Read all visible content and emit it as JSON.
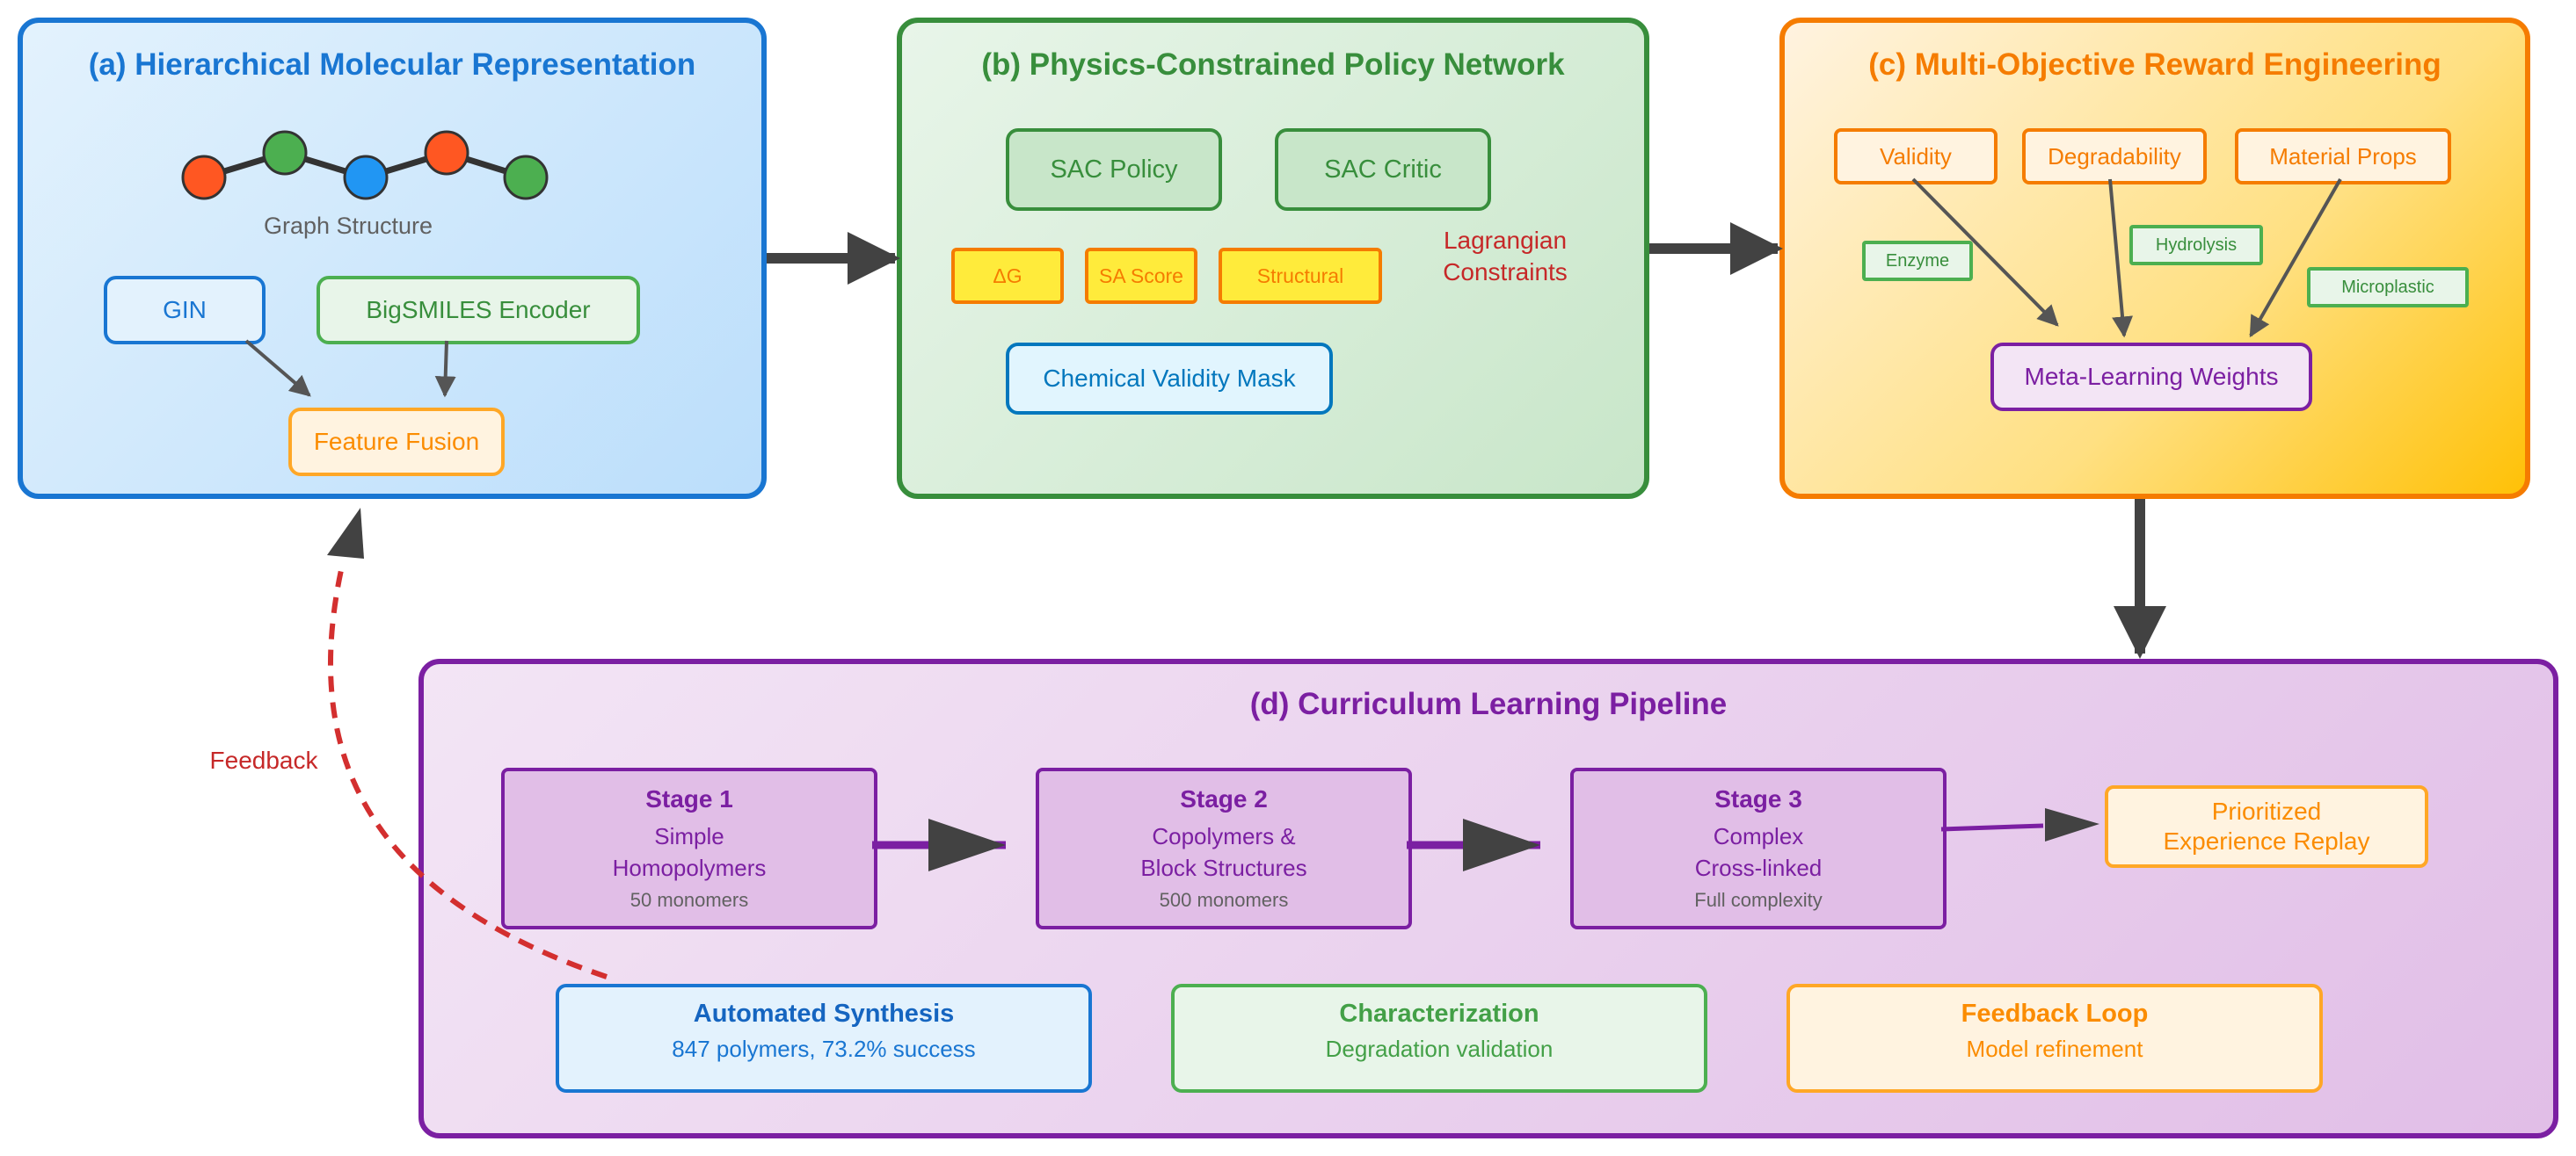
{
  "colors": {
    "blue": "#1976d2",
    "green": "#388e3c",
    "orange": "#f57c00",
    "purple": "#7b1fa2",
    "red": "#c62828",
    "arrow": "#424242",
    "node_orange": "#ff5722",
    "node_green": "#4caf50",
    "node_blue": "#2196f3"
  },
  "panel_a": {
    "title": "(a) Hierarchical Molecular Representation",
    "graph_label": "Graph Structure",
    "gin": "GIN",
    "bigsmiles": "BigSMILES Encoder",
    "fusion": "Feature Fusion"
  },
  "panel_b": {
    "title": "(b) Physics-Constrained Policy Network",
    "sac_policy": "SAC Policy",
    "sac_critic": "SAC Critic",
    "dg": "ΔG",
    "sa_score": "SA Score",
    "structural": "Structural",
    "lagrangian": "Lagrangian\nConstraints",
    "mask": "Chemical Validity Mask"
  },
  "panel_c": {
    "title": "(c) Multi-Objective Reward Engineering",
    "validity": "Validity",
    "degradability": "Degradability",
    "material_props": "Material Props",
    "enzyme": "Enzyme",
    "hydrolysis": "Hydrolysis",
    "microplastic": "Microplastic",
    "meta": "Meta-Learning Weights"
  },
  "panel_d": {
    "title": "(d) Curriculum Learning Pipeline",
    "stages": [
      {
        "title": "Stage 1",
        "line1": "Simple",
        "line2": "Homopolymers",
        "sub": "50 monomers"
      },
      {
        "title": "Stage 2",
        "line1": "Copolymers &",
        "line2": "Block Structures",
        "sub": "500 monomers"
      },
      {
        "title": "Stage 3",
        "line1": "Complex",
        "line2": "Cross-linked",
        "sub": "Full complexity"
      }
    ],
    "replay_line1": "Prioritized",
    "replay_line2": "Experience Replay",
    "synthesis": {
      "title": "Automated Synthesis",
      "sub": "847 polymers, 73.2% success"
    },
    "characterization": {
      "title": "Characterization",
      "sub": "Degradation validation"
    },
    "feedback_loop": {
      "title": "Feedback Loop",
      "sub": "Model refinement"
    }
  },
  "feedback_label": "Feedback"
}
